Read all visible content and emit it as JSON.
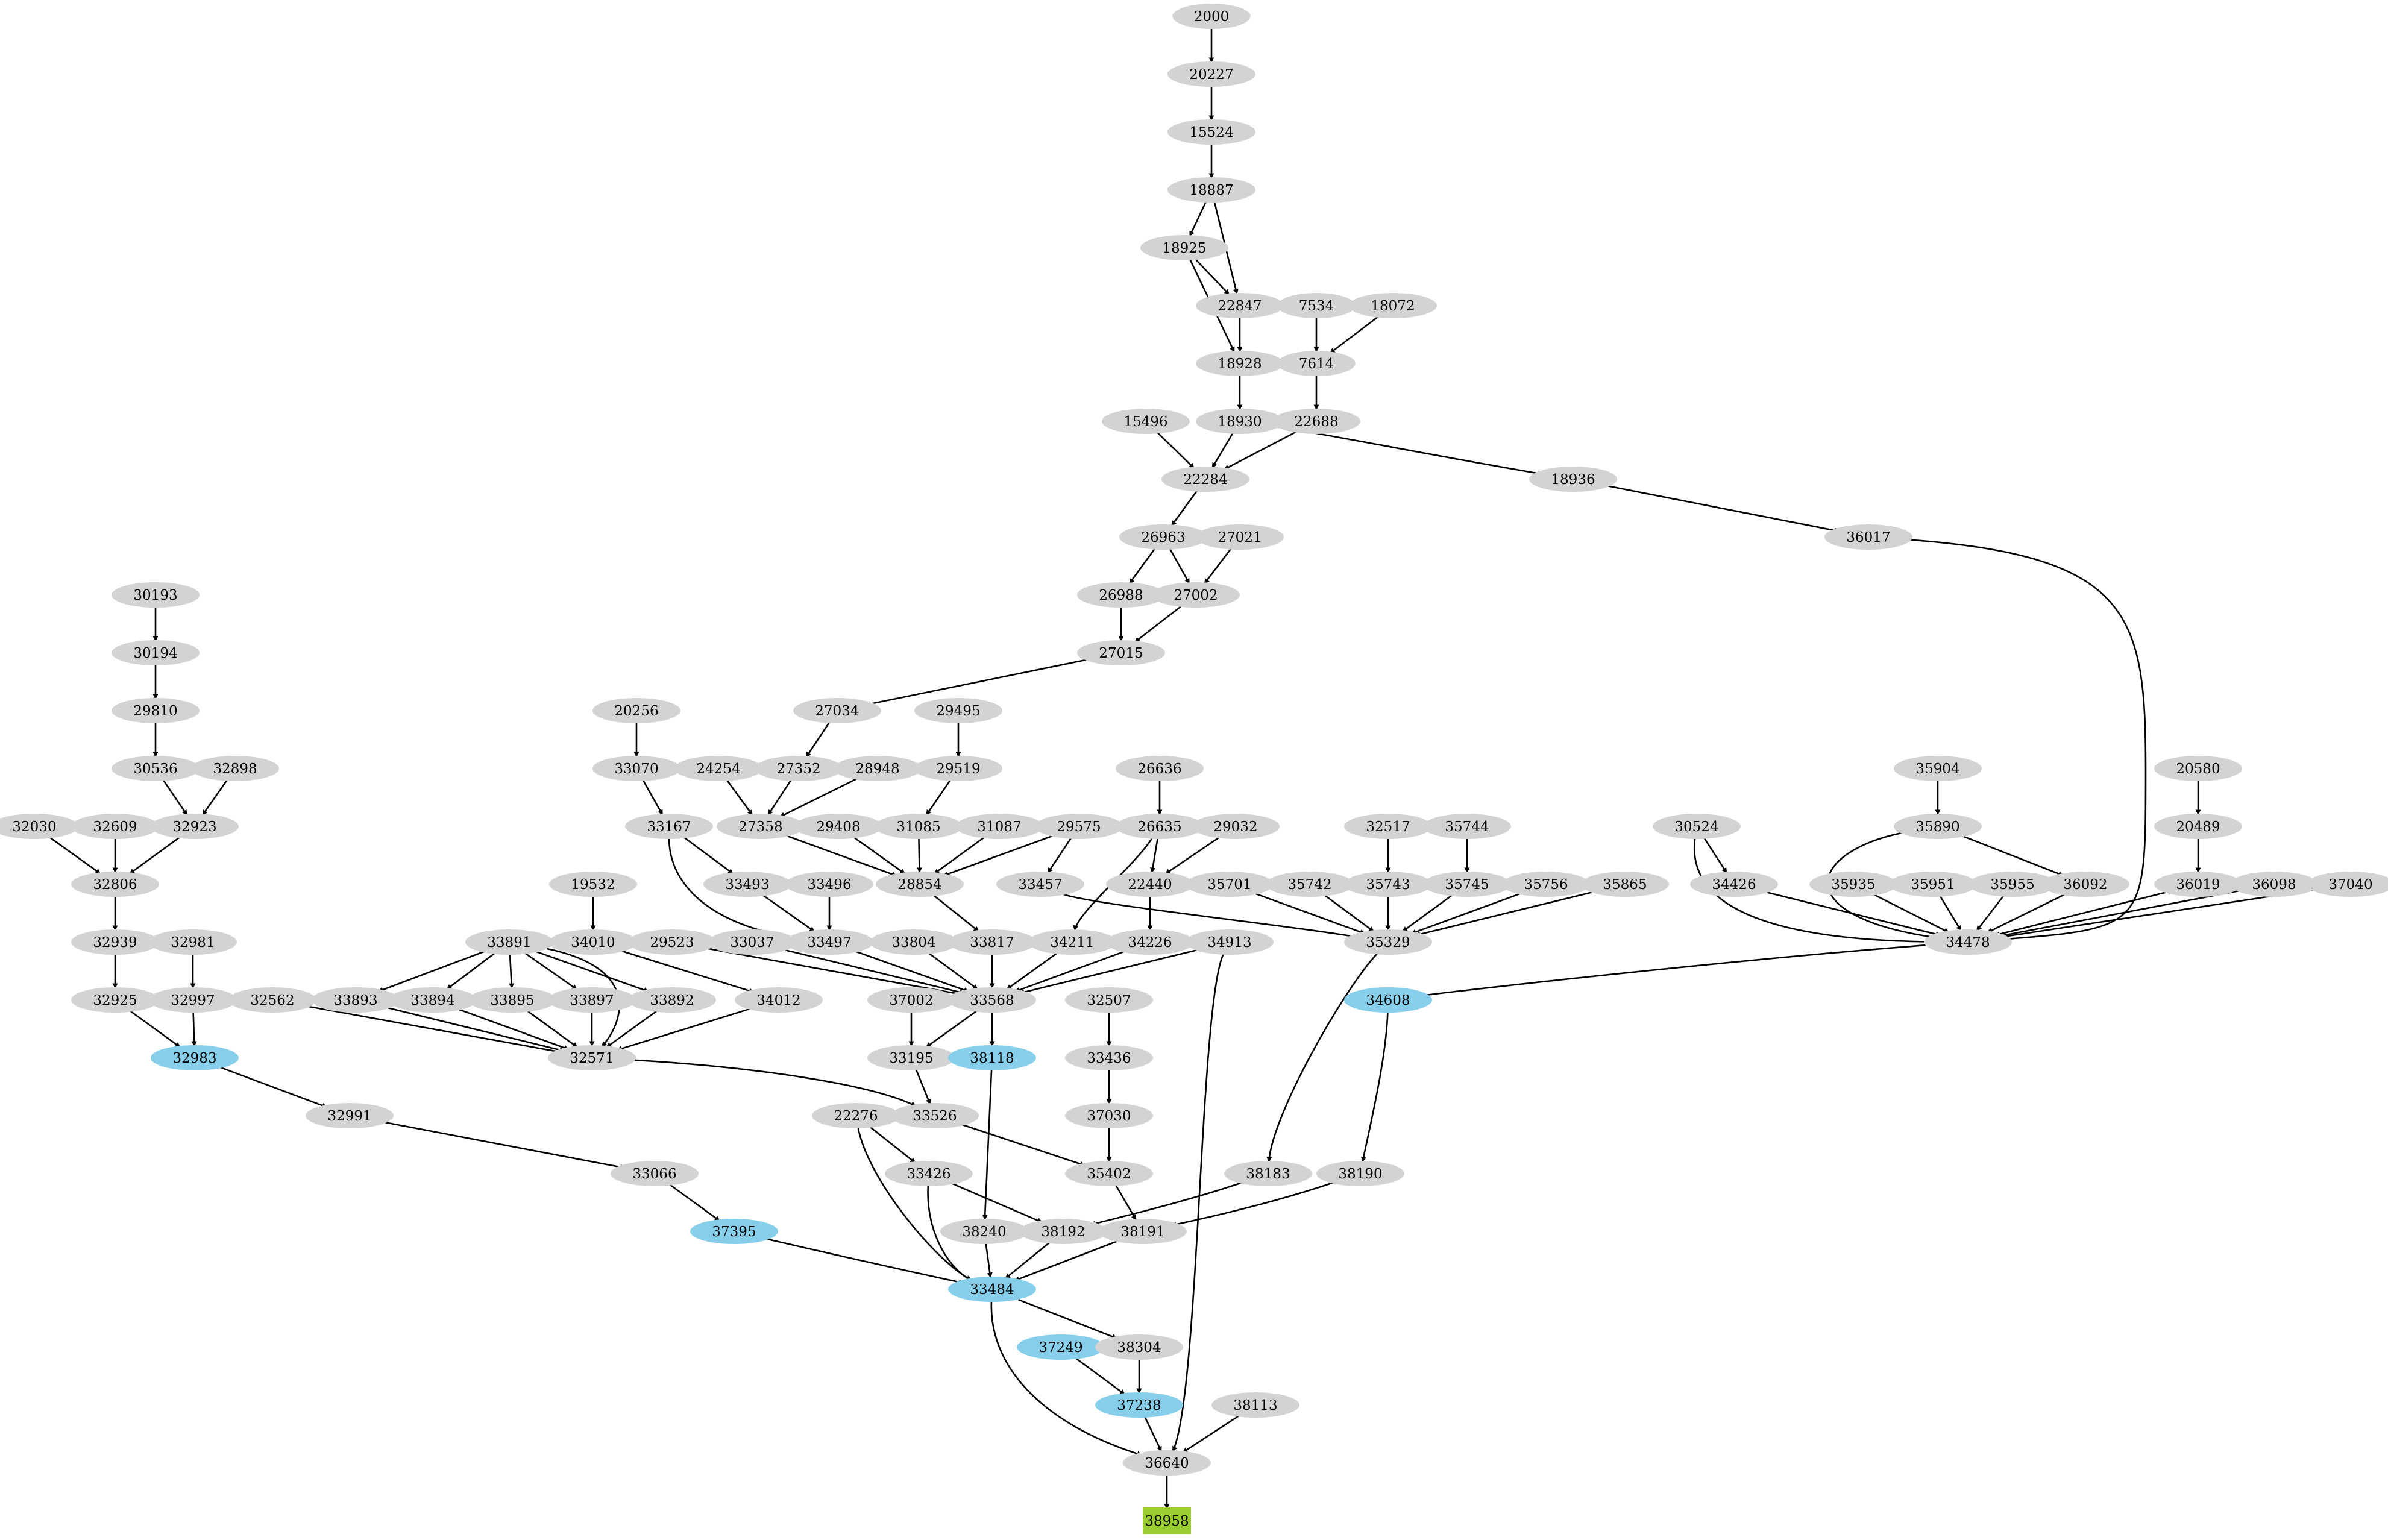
{
  "colors": {
    "default": "#d3d3d3",
    "highlight": "#87ceeb",
    "target": "#9acd32",
    "edge": "#000000"
  },
  "nodes": [
    {
      "id": "2000"
    },
    {
      "id": "20227"
    },
    {
      "id": "15524"
    },
    {
      "id": "18887"
    },
    {
      "id": "18925"
    },
    {
      "id": "22847"
    },
    {
      "id": "18928"
    },
    {
      "id": "7534"
    },
    {
      "id": "18072"
    },
    {
      "id": "7614"
    },
    {
      "id": "15496"
    },
    {
      "id": "18930"
    },
    {
      "id": "22688"
    },
    {
      "id": "22284"
    },
    {
      "id": "18936"
    },
    {
      "id": "26963"
    },
    {
      "id": "27021"
    },
    {
      "id": "26988"
    },
    {
      "id": "27002"
    },
    {
      "id": "36017"
    },
    {
      "id": "30193"
    },
    {
      "id": "27015"
    },
    {
      "id": "30194"
    },
    {
      "id": "29810"
    },
    {
      "id": "20256"
    },
    {
      "id": "27034"
    },
    {
      "id": "29495"
    },
    {
      "id": "30536"
    },
    {
      "id": "32898"
    },
    {
      "id": "33070"
    },
    {
      "id": "24254"
    },
    {
      "id": "27352"
    },
    {
      "id": "28948"
    },
    {
      "id": "29519"
    },
    {
      "id": "26636"
    },
    {
      "id": "35904"
    },
    {
      "id": "20580"
    },
    {
      "id": "32030"
    },
    {
      "id": "32609"
    },
    {
      "id": "32923"
    },
    {
      "id": "33167"
    },
    {
      "id": "27358"
    },
    {
      "id": "29408"
    },
    {
      "id": "31085"
    },
    {
      "id": "31087"
    },
    {
      "id": "29575"
    },
    {
      "id": "26635"
    },
    {
      "id": "29032"
    },
    {
      "id": "32517"
    },
    {
      "id": "35744"
    },
    {
      "id": "30524"
    },
    {
      "id": "35890"
    },
    {
      "id": "20489"
    },
    {
      "id": "32806"
    },
    {
      "id": "19532"
    },
    {
      "id": "33493"
    },
    {
      "id": "33496"
    },
    {
      "id": "28854"
    },
    {
      "id": "33457"
    },
    {
      "id": "22440"
    },
    {
      "id": "35701"
    },
    {
      "id": "35742"
    },
    {
      "id": "35743"
    },
    {
      "id": "35745"
    },
    {
      "id": "35756"
    },
    {
      "id": "35865"
    },
    {
      "id": "34426"
    },
    {
      "id": "35935"
    },
    {
      "id": "35951"
    },
    {
      "id": "35955"
    },
    {
      "id": "36092"
    },
    {
      "id": "36019"
    },
    {
      "id": "36098"
    },
    {
      "id": "37040"
    },
    {
      "id": "32939"
    },
    {
      "id": "32981"
    },
    {
      "id": "33891"
    },
    {
      "id": "34010"
    },
    {
      "id": "29523"
    },
    {
      "id": "33037"
    },
    {
      "id": "33497"
    },
    {
      "id": "33804"
    },
    {
      "id": "33817"
    },
    {
      "id": "34211"
    },
    {
      "id": "34226"
    },
    {
      "id": "34913"
    },
    {
      "id": "35329"
    },
    {
      "id": "34478"
    },
    {
      "id": "32925"
    },
    {
      "id": "32997"
    },
    {
      "id": "32562"
    },
    {
      "id": "33893"
    },
    {
      "id": "33894"
    },
    {
      "id": "33895"
    },
    {
      "id": "33897"
    },
    {
      "id": "33892"
    },
    {
      "id": "34012"
    },
    {
      "id": "33568"
    },
    {
      "id": "37002"
    },
    {
      "id": "32507"
    },
    {
      "id": "34608",
      "hl": "highlight"
    },
    {
      "id": "32983",
      "hl": "highlight"
    },
    {
      "id": "32571"
    },
    {
      "id": "33195"
    },
    {
      "id": "38118",
      "hl": "highlight"
    },
    {
      "id": "33436"
    },
    {
      "id": "32991"
    },
    {
      "id": "22276"
    },
    {
      "id": "33526"
    },
    {
      "id": "37030"
    },
    {
      "id": "33066"
    },
    {
      "id": "33426"
    },
    {
      "id": "35402"
    },
    {
      "id": "38183"
    },
    {
      "id": "38190"
    },
    {
      "id": "37395",
      "hl": "highlight"
    },
    {
      "id": "38240"
    },
    {
      "id": "38192"
    },
    {
      "id": "38191"
    },
    {
      "id": "33484",
      "hl": "highlight"
    },
    {
      "id": "37249",
      "hl": "highlight"
    },
    {
      "id": "38304"
    },
    {
      "id": "37238",
      "hl": "highlight"
    },
    {
      "id": "38113"
    },
    {
      "id": "36640"
    },
    {
      "id": "38958",
      "hl": "target",
      "shape": "box"
    }
  ],
  "edges": [
    [
      "2000",
      "20227"
    ],
    [
      "20227",
      "15524"
    ],
    [
      "15524",
      "18887"
    ],
    [
      "18887",
      "18925"
    ],
    [
      "18887",
      "22847"
    ],
    [
      "18925",
      "22847"
    ],
    [
      "18925",
      "18928"
    ],
    [
      "22847",
      "18928"
    ],
    [
      "18928",
      "18930"
    ],
    [
      "7534",
      "7614"
    ],
    [
      "18072",
      "7614"
    ],
    [
      "7614",
      "22688"
    ],
    [
      "15496",
      "22284"
    ],
    [
      "18930",
      "22284"
    ],
    [
      "22688",
      "22284"
    ],
    [
      "18930",
      "18936"
    ],
    [
      "18936",
      "36017"
    ],
    [
      "22284",
      "26963"
    ],
    [
      "26963",
      "26988"
    ],
    [
      "26963",
      "27002"
    ],
    [
      "27021",
      "27002"
    ],
    [
      "26988",
      "27015"
    ],
    [
      "27002",
      "27015"
    ],
    [
      "27015",
      "27034"
    ],
    [
      "27034",
      "27352"
    ],
    [
      "24254",
      "27358"
    ],
    [
      "27352",
      "27358"
    ],
    [
      "28948",
      "27358"
    ],
    [
      "29495",
      "29519"
    ],
    [
      "29519",
      "31085"
    ],
    [
      "27358",
      "28854"
    ],
    [
      "29408",
      "28854"
    ],
    [
      "31085",
      "28854"
    ],
    [
      "31087",
      "28854"
    ],
    [
      "29575",
      "28854"
    ],
    [
      "29575",
      "33457"
    ],
    [
      "28854",
      "33817"
    ],
    [
      "30193",
      "30194"
    ],
    [
      "30194",
      "29810"
    ],
    [
      "29810",
      "30536"
    ],
    [
      "30536",
      "32923"
    ],
    [
      "32898",
      "32923"
    ],
    [
      "32030",
      "32806"
    ],
    [
      "32609",
      "32806"
    ],
    [
      "32923",
      "32806"
    ],
    [
      "32806",
      "32939"
    ],
    [
      "32939",
      "32925"
    ],
    [
      "32981",
      "32997"
    ],
    [
      "32925",
      "32983"
    ],
    [
      "32997",
      "32983"
    ],
    [
      "32983",
      "32991"
    ],
    [
      "32991",
      "33066"
    ],
    [
      "33066",
      "37395"
    ],
    [
      "37395",
      "33484"
    ],
    [
      "20256",
      "33070"
    ],
    [
      "33070",
      "33167"
    ],
    [
      "33167",
      "33493"
    ],
    [
      "33167",
      "33497"
    ],
    [
      "33493",
      "33497"
    ],
    [
      "33496",
      "33497"
    ],
    [
      "33497",
      "33568"
    ],
    [
      "29523",
      "33568"
    ],
    [
      "33037",
      "33568"
    ],
    [
      "33804",
      "33568"
    ],
    [
      "33817",
      "33568"
    ],
    [
      "34211",
      "33568"
    ],
    [
      "34226",
      "33568"
    ],
    [
      "34913",
      "33568"
    ],
    [
      "26636",
      "26635"
    ],
    [
      "26635",
      "22440"
    ],
    [
      "29032",
      "22440"
    ],
    [
      "26635",
      "34211"
    ],
    [
      "22440",
      "34226"
    ],
    [
      "33457",
      "35329"
    ],
    [
      "35701",
      "35329"
    ],
    [
      "35742",
      "35329"
    ],
    [
      "35743",
      "35329"
    ],
    [
      "35745",
      "35329"
    ],
    [
      "35756",
      "35329"
    ],
    [
      "35865",
      "35329"
    ],
    [
      "32517",
      "35743"
    ],
    [
      "35744",
      "35745"
    ],
    [
      "35329",
      "38183"
    ],
    [
      "19532",
      "34010"
    ],
    [
      "34010",
      "34012"
    ],
    [
      "33891",
      "33893"
    ],
    [
      "33891",
      "33894"
    ],
    [
      "33891",
      "33895"
    ],
    [
      "33891",
      "33897"
    ],
    [
      "33891",
      "33892"
    ],
    [
      "33891",
      "32571"
    ],
    [
      "32562",
      "32571"
    ],
    [
      "33893",
      "32571"
    ],
    [
      "33894",
      "32571"
    ],
    [
      "33895",
      "32571"
    ],
    [
      "33897",
      "32571"
    ],
    [
      "33892",
      "32571"
    ],
    [
      "34012",
      "32571"
    ],
    [
      "32571",
      "33526"
    ],
    [
      "33568",
      "33195"
    ],
    [
      "33568",
      "38118"
    ],
    [
      "37002",
      "33195"
    ],
    [
      "33195",
      "33526"
    ],
    [
      "33526",
      "35402"
    ],
    [
      "32507",
      "33436"
    ],
    [
      "33436",
      "37030"
    ],
    [
      "37030",
      "35402"
    ],
    [
      "35402",
      "38191"
    ],
    [
      "38118",
      "38240"
    ],
    [
      "22276",
      "33426"
    ],
    [
      "22276",
      "33484"
    ],
    [
      "33426",
      "33484"
    ],
    [
      "33426",
      "38192"
    ],
    [
      "38183",
      "38192"
    ],
    [
      "38192",
      "33484"
    ],
    [
      "38240",
      "33484"
    ],
    [
      "38191",
      "33484"
    ],
    [
      "38190",
      "38191"
    ],
    [
      "35904",
      "35890"
    ],
    [
      "35890",
      "36092"
    ],
    [
      "35890",
      "34478"
    ],
    [
      "30524",
      "34426"
    ],
    [
      "30524",
      "34478"
    ],
    [
      "34426",
      "34478"
    ],
    [
      "35935",
      "34478"
    ],
    [
      "35951",
      "34478"
    ],
    [
      "35955",
      "34478"
    ],
    [
      "36092",
      "34478"
    ],
    [
      "36019",
      "34478"
    ],
    [
      "36098",
      "34478"
    ],
    [
      "37040",
      "34478"
    ],
    [
      "36017",
      "34478"
    ],
    [
      "20580",
      "20489"
    ],
    [
      "20489",
      "36019"
    ],
    [
      "34478",
      "34608"
    ],
    [
      "34608",
      "38190"
    ],
    [
      "33484",
      "38304"
    ],
    [
      "33484",
      "36640"
    ],
    [
      "37249",
      "37238"
    ],
    [
      "38304",
      "37238"
    ],
    [
      "37238",
      "36640"
    ],
    [
      "38113",
      "36640"
    ],
    [
      "34913",
      "36640"
    ],
    [
      "36640",
      "38958"
    ]
  ]
}
